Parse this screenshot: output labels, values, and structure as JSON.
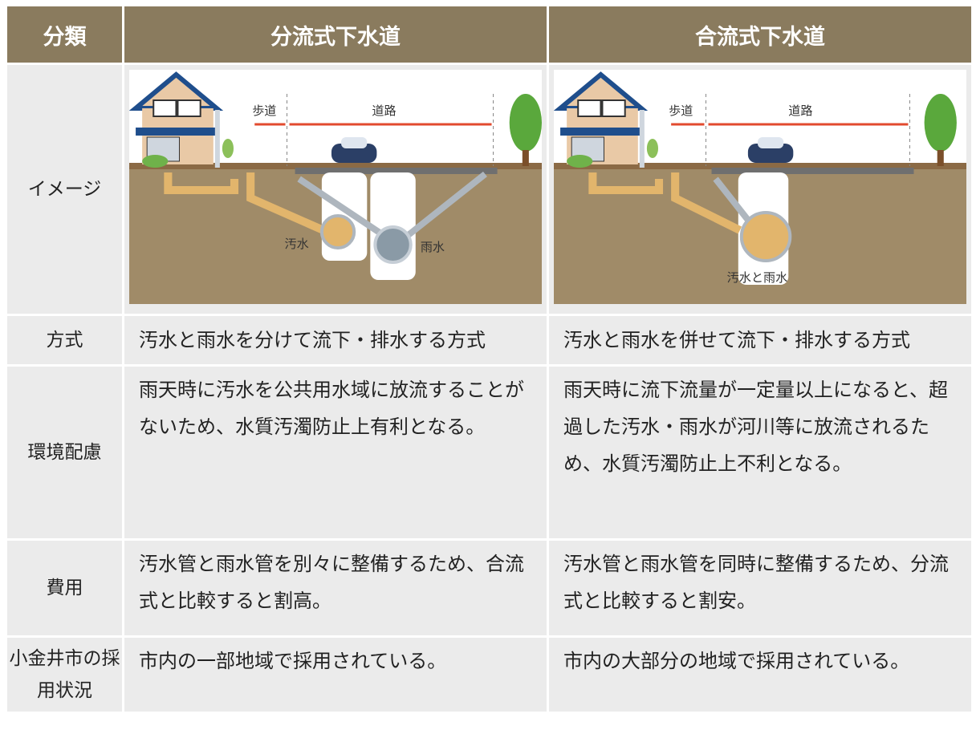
{
  "header": {
    "category": "分類",
    "separate": "分流式下水道",
    "combined": "合流式下水道"
  },
  "rows": {
    "image": {
      "label": "イメージ",
      "separate": {
        "sidewalk": "歩道",
        "road": "道路",
        "sewage": "汚水",
        "rain": "雨水"
      },
      "combined": {
        "sidewalk": "歩道",
        "road": "道路",
        "both": "汚水と雨水"
      }
    },
    "method": {
      "label": "方式",
      "separate": "汚水と雨水を分けて流下・排水する方式",
      "combined": "汚水と雨水を併せて流下・排水する方式"
    },
    "environment": {
      "label": "環境配慮",
      "separate": "雨天時に汚水を公共用水域に放流することがないため、水質汚濁防止上有利となる。",
      "combined": "雨天時に流下流量が一定量以上になると、超過した汚水・雨水が河川等に放流されるため、水質汚濁防止上不利となる。"
    },
    "cost": {
      "label": "費用",
      "separate": "汚水管と雨水管を別々に整備するため、合流式と比較すると割高。",
      "combined": "汚水管と雨水管を同時に整備するため、分流式と比較すると割安。"
    },
    "adoption": {
      "label": "小金井市の採用状況",
      "separate": "市内の一部地域で採用されている。",
      "combined": "市内の大部分の地域で採用されている。"
    }
  },
  "colors": {
    "header_bg": "#8a7b5e",
    "cell_bg": "#ebebeb",
    "soil": "#a08b68",
    "pipe_sewage": "#e2b56c",
    "pipe_rain": "#8a9aa6",
    "arrow": "#e24a2e",
    "tree": "#5aa83c",
    "house_roof": "#1f4e8c"
  }
}
